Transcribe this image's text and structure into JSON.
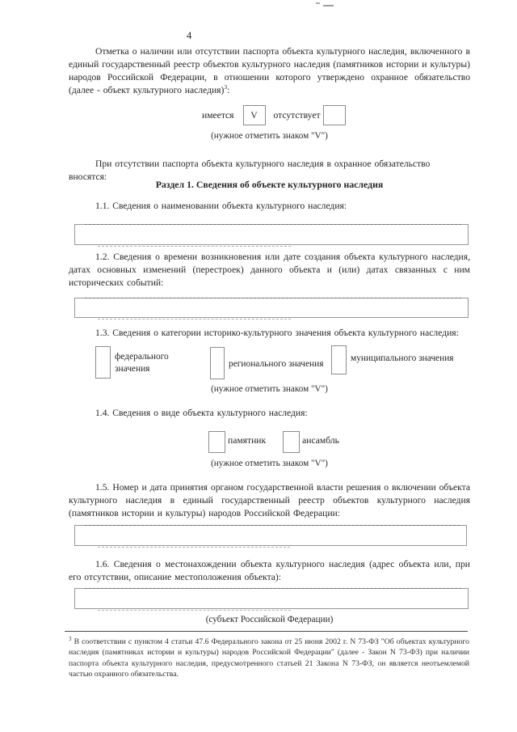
{
  "page": {
    "number": "4"
  },
  "intro": {
    "text": "Отметка о наличии или отсутствии паспорта объекта культурного наследия, включенного в единый государственный реестр объектов культурного наследия (памятников истории и культуры) народов Российской Федерации, в отношении которого утверждено охранное обязательство (далее - объект культурного наследия)",
    "footnote_ref": "3",
    "suffix": ":"
  },
  "passport_mark": {
    "present_label": "имеется",
    "present_value": "V",
    "absent_label": "отсутствует",
    "absent_value": "",
    "hint": "(нужное отметить знаком \"V\")"
  },
  "paragraph_no_passport": "При отсутствии паспорта объекта культурного наследия в охранное обязательство вносятся:",
  "section1": {
    "title": "Раздел 1. Сведения об объекте культурного наследия",
    "item_1_1": {
      "label": "1.1. Сведения о наименовании объекта культурного наследия:",
      "value": ""
    },
    "item_1_2": {
      "label": "1.2. Сведения о времени возникновения или дате создания объекта культурного наследия, датах основных изменений (перестроек) данного объекта и (или) датах связанных с ним исторических событий:",
      "value": ""
    },
    "item_1_3": {
      "label": "1.3. Сведения о категории историко-культурного значения объекта культурного наследия:",
      "options": [
        {
          "label": "федерального значения",
          "checked": ""
        },
        {
          "label": "регионального значения",
          "checked": ""
        },
        {
          "label": "муниципального значения",
          "checked": ""
        }
      ],
      "hint": "(нужное отметить знаком \"V\")"
    },
    "item_1_4": {
      "label": "1.4. Сведения о виде объекта культурного наследия:",
      "options": [
        {
          "label": "памятник",
          "checked": ""
        },
        {
          "label": "ансамбль",
          "checked": ""
        }
      ],
      "hint": "(нужное отметить знаком \"V\")"
    },
    "item_1_5": {
      "label": "1.5. Номер и дата принятия органом государственной власти решения о включении объекта культурного наследия в единый государственный реестр объектов культурного наследия (памятников истории и культуры) народов Российской Федерации:",
      "value": ""
    },
    "item_1_6": {
      "label": "1.6. Сведения о местонахождении объекта культурного наследия (адрес объекта или, при его отсутствии, описание местоположения объекта):",
      "value": "",
      "caption": "(субъект Российской Федерации)"
    }
  },
  "footnote": {
    "marker": "3",
    "text": "В соответствии с пунктом 4 статьи 47.6 Федерального закона от 25 июня 2002 г. N 73-ФЗ \"Об объектах культурного наследия (памятниках истории и культуры) народов Российской Федерации\" (далее - Закон N 73-ФЗ) при наличии паспорта объекта культурного наследия, предусмотренного статьей 21 Закона N 73-ФЗ, он является неотъемлемой частью охранного обязательства."
  }
}
